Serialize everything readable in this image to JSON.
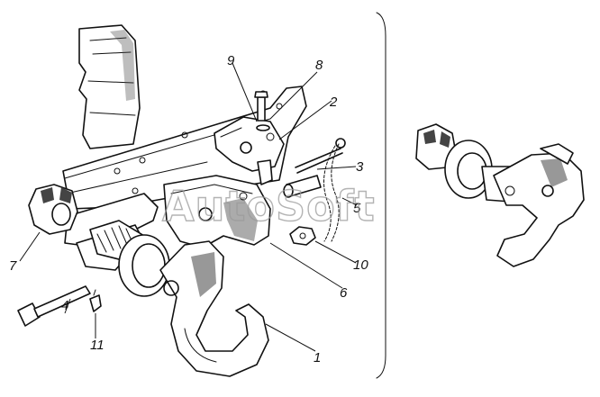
{
  "callouts": [
    {
      "id": "c1",
      "text": "1"
    },
    {
      "id": "c2",
      "text": "2"
    },
    {
      "id": "c3",
      "text": "3"
    },
    {
      "id": "c4",
      "text": "4"
    },
    {
      "id": "c5",
      "text": "5"
    },
    {
      "id": "c6",
      "text": "6"
    },
    {
      "id": "c7",
      "text": "7"
    },
    {
      "id": "c8",
      "text": "8"
    },
    {
      "id": "c9",
      "text": "9"
    },
    {
      "id": "c10",
      "text": "10"
    },
    {
      "id": "c11",
      "text": "11"
    }
  ],
  "watermark": {
    "text": "AutoSoft"
  },
  "colors": {
    "ink": "#111111",
    "background": "#ffffff",
    "watermark": "#9a9a9a"
  }
}
